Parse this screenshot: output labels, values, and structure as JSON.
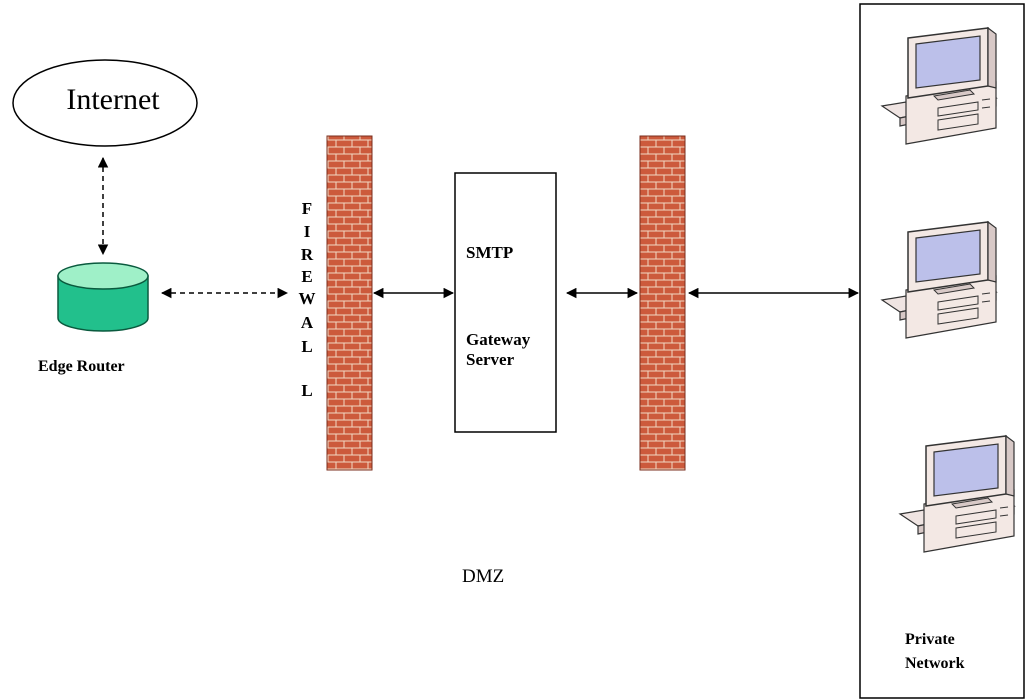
{
  "internet": {
    "label": "Internet"
  },
  "edge_router": {
    "label": "Edge Router"
  },
  "firewall": {
    "letters": [
      "F",
      "I",
      "R",
      "E",
      "W",
      "A",
      "L",
      "L"
    ]
  },
  "server": {
    "line1": "SMTP",
    "line2": "Gateway",
    "line3": "Server"
  },
  "dmz": {
    "label": "DMZ"
  },
  "private_network": {
    "line1": "Private",
    "line2": "Network"
  },
  "colors": {
    "brick": "#cc5a3c",
    "mortar": "#f2d9c4",
    "router_fill": "#22c08c",
    "router_top": "#9ff0c8",
    "computer_body": "#f3e8e4",
    "computer_screen": "#bcc0ea"
  }
}
